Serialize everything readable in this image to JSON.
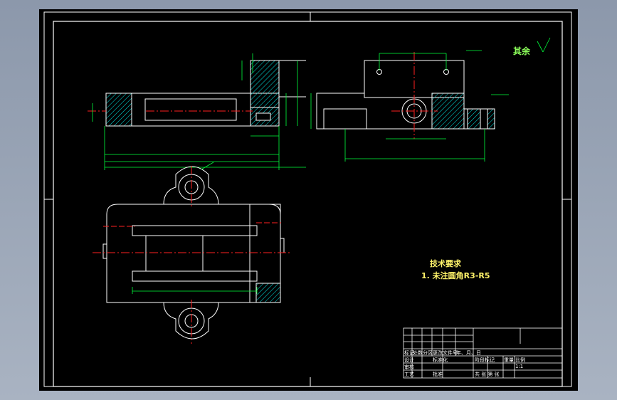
{
  "drawing": {
    "roughness_note": "其余",
    "technical_requirements": {
      "title": "技术要求",
      "items": [
        "1. 未注圆角R3-R5"
      ]
    },
    "colors": {
      "background": "#000000",
      "outline": "#ffffff",
      "dimension": "#00ff3c",
      "centerline": "#ff2020",
      "hatch": "#00e6e6",
      "text": "#fff36a",
      "app_frame": "#8c98ab"
    }
  },
  "title_block": {
    "cells": [
      "标记",
      "处数",
      "分区",
      "更改文件号",
      "签名",
      "年、月、日",
      "设计",
      "标准化",
      "阶段标记",
      "重量",
      "比例",
      "审核",
      "工艺",
      "批准",
      "共 张 第 张",
      "1:1"
    ]
  }
}
